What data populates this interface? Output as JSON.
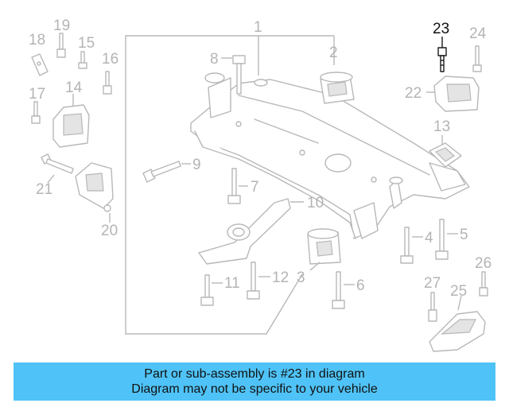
{
  "highlighted_part": "23",
  "part_labels": [
    "1",
    "2",
    "3",
    "4",
    "5",
    "6",
    "7",
    "8",
    "9",
    "10",
    "11",
    "12",
    "13",
    "14",
    "15",
    "16",
    "17",
    "18",
    "19",
    "20",
    "21",
    "22",
    "23",
    "24",
    "25",
    "26",
    "27"
  ],
  "banner": {
    "line1": "Part or sub-assembly is #23 in diagram",
    "line2": "Diagram may not be specific to your vehicle"
  },
  "colors": {
    "highlight": "#111111",
    "parts": "#b4b4b4",
    "banner": "#4fc3f7"
  }
}
